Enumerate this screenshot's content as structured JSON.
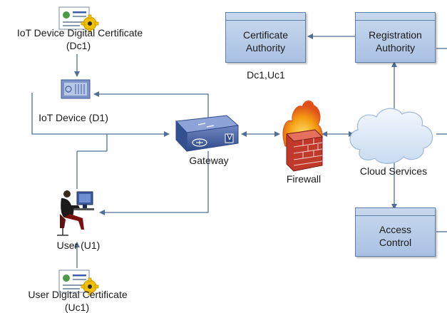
{
  "nodes": {
    "iot_cert": {
      "line1": "IoT Device Digital Certificate",
      "line2": "(Dc1)"
    },
    "iot_device": {
      "label": "IoT Device (D1)"
    },
    "gateway": {
      "label": "Gateway",
      "badge": "V"
    },
    "firewall": {
      "label": "Firewall"
    },
    "cloud": {
      "label": "Cloud Services"
    },
    "ca": {
      "label": "Certificate\nAuthority"
    },
    "ra": {
      "label": "Registration\nAuthority"
    },
    "ac": {
      "label": "Access\nControl"
    },
    "ca_note": {
      "label": "Dc1,Uc1"
    },
    "user": {
      "label": "User (U1)"
    },
    "user_cert": {
      "line1": "User Digital Certificate",
      "line2": "(Uc1)"
    }
  },
  "colors": {
    "box_fill": "#b8cde8",
    "line": "#4f6f96",
    "gateway": "#3d5a9e",
    "firewall_brick": "#c0392b",
    "flame": "#f39c12",
    "cloud": "#dbe8f7"
  },
  "icons": [
    "certificate-icon",
    "gear-seal-icon",
    "device-icon",
    "router-icon",
    "firewall-icon",
    "cloud-icon",
    "user-at-computer-icon"
  ]
}
